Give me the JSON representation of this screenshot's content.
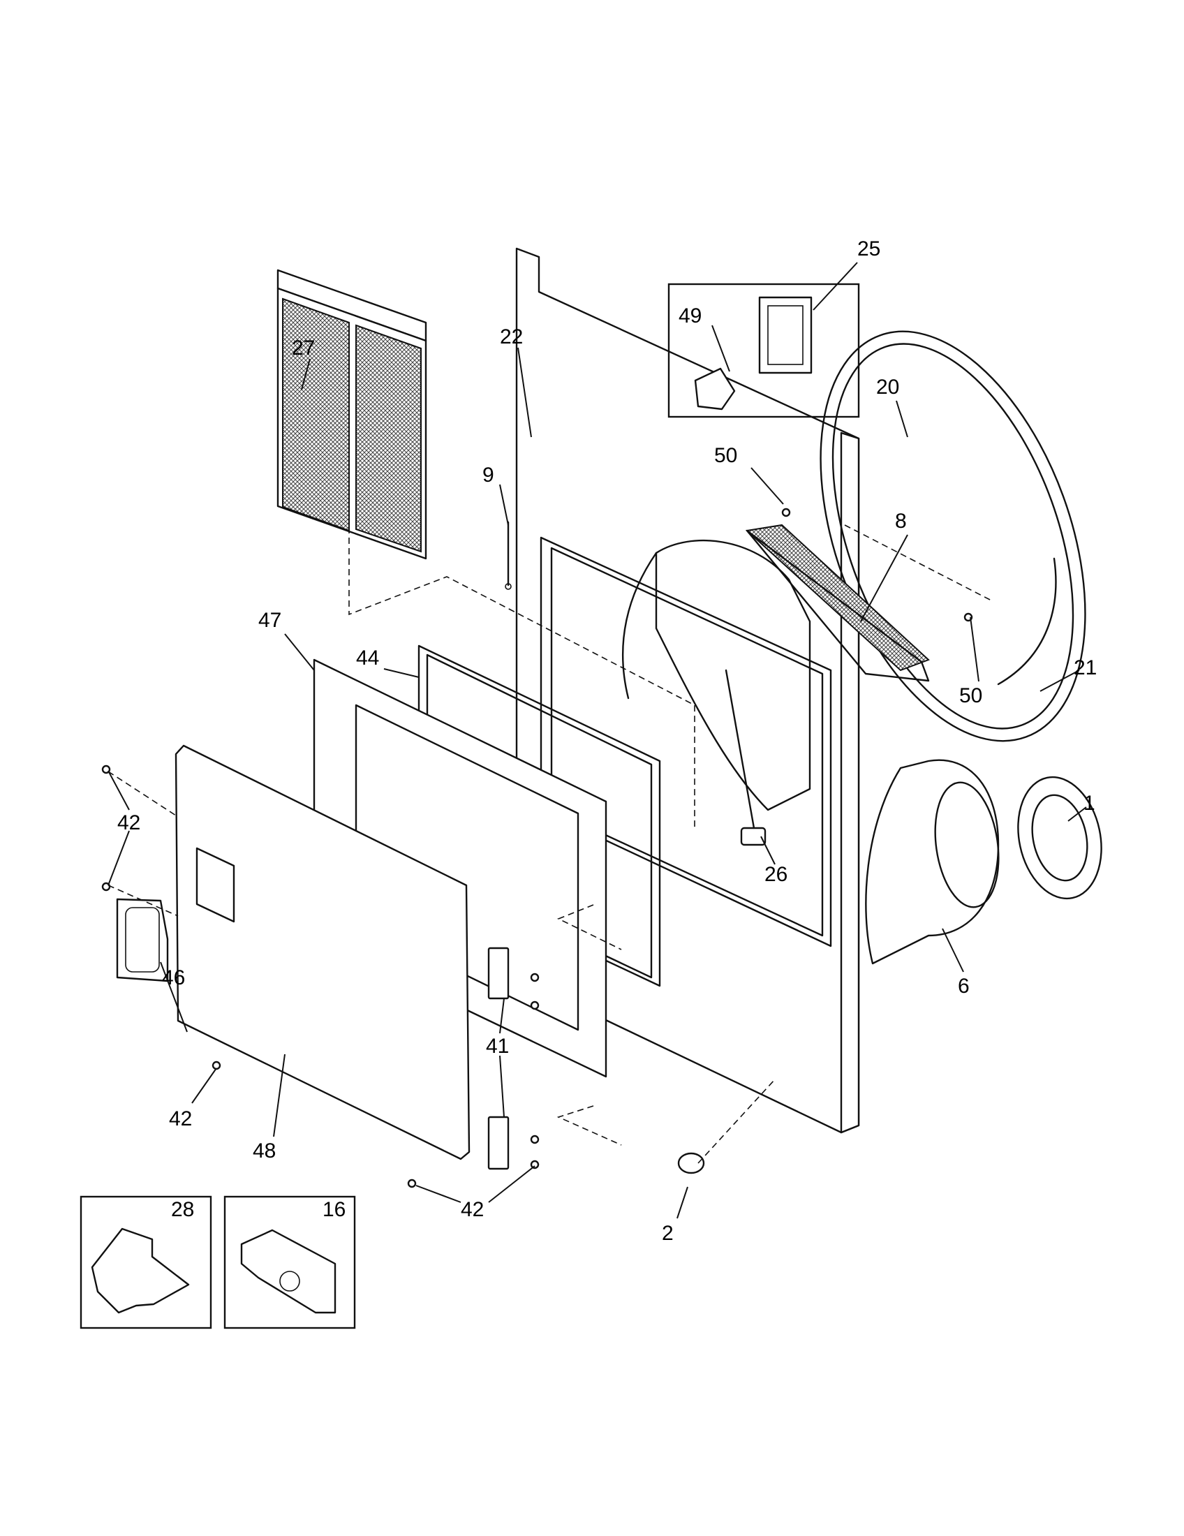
{
  "callouts": [
    {
      "id": "c27",
      "text": "27"
    },
    {
      "id": "c22",
      "text": "22"
    },
    {
      "id": "c9",
      "text": "9"
    },
    {
      "id": "c49",
      "text": "49"
    },
    {
      "id": "c25",
      "text": "25"
    },
    {
      "id": "c20",
      "text": "20"
    },
    {
      "id": "c50a",
      "text": "50"
    },
    {
      "id": "c8",
      "text": "8"
    },
    {
      "id": "c50b",
      "text": "50"
    },
    {
      "id": "c21",
      "text": "21"
    },
    {
      "id": "c47",
      "text": "47"
    },
    {
      "id": "c44",
      "text": "44"
    },
    {
      "id": "c1",
      "text": "1"
    },
    {
      "id": "c26",
      "text": "26"
    },
    {
      "id": "c42a",
      "text": "42"
    },
    {
      "id": "c6",
      "text": "6"
    },
    {
      "id": "c41",
      "text": "41"
    },
    {
      "id": "c46",
      "text": "46"
    },
    {
      "id": "c42b",
      "text": "42"
    },
    {
      "id": "c48",
      "text": "48"
    },
    {
      "id": "c42c",
      "text": "42"
    },
    {
      "id": "c2",
      "text": "2"
    },
    {
      "id": "c28",
      "text": "28"
    },
    {
      "id": "c16",
      "text": "16"
    }
  ]
}
